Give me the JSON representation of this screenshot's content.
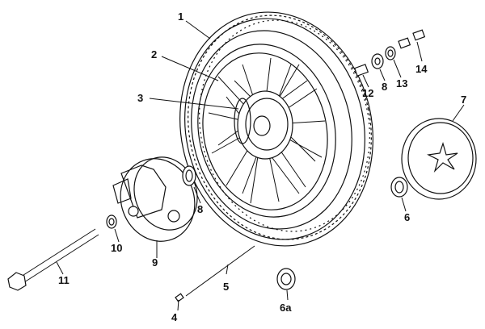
{
  "diagram": {
    "callouts": [
      {
        "id": "c1",
        "text": "1"
      },
      {
        "id": "c2",
        "text": "2"
      },
      {
        "id": "c3",
        "text": "3"
      },
      {
        "id": "c4",
        "text": "4"
      },
      {
        "id": "c5",
        "text": "5"
      },
      {
        "id": "c6a",
        "text": "6a"
      },
      {
        "id": "c6",
        "text": "6"
      },
      {
        "id": "c7",
        "text": "7"
      },
      {
        "id": "c8a",
        "text": "8"
      },
      {
        "id": "c8b",
        "text": "8"
      },
      {
        "id": "c9",
        "text": "9"
      },
      {
        "id": "c10",
        "text": "10"
      },
      {
        "id": "c11",
        "text": "11"
      },
      {
        "id": "c12",
        "text": "12"
      },
      {
        "id": "c13",
        "text": "13"
      },
      {
        "id": "c14",
        "text": "14"
      }
    ]
  }
}
